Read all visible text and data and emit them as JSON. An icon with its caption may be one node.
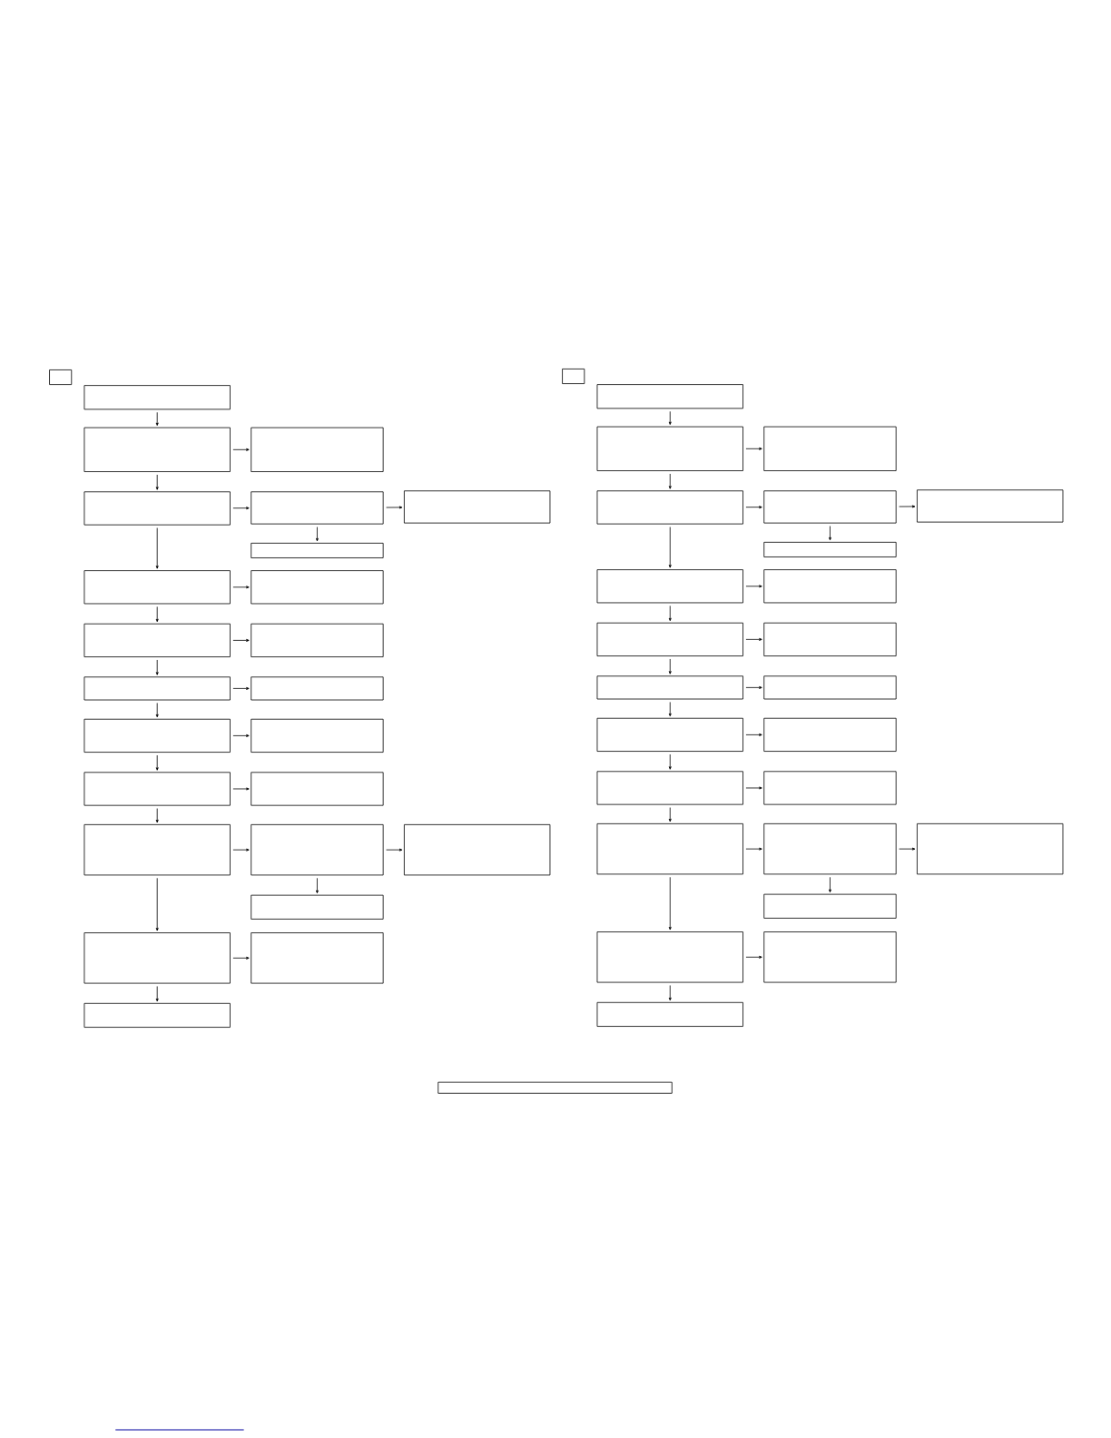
{
  "diagram": {
    "nodes": [
      {
        "text": [],
        "shape": "box"
      },
      {
        "text": [],
        "shape": "box"
      },
      {
        "text": [],
        "shape": "box"
      },
      {
        "text": [],
        "shape": "box"
      },
      {
        "text": [],
        "shape": "box"
      },
      {
        "text": [],
        "shape": "box"
      },
      {
        "text": [],
        "shape": "box"
      },
      {
        "text": [],
        "shape": "box"
      },
      {
        "text": [],
        "shape": "box"
      },
      {
        "text": [],
        "shape": "box"
      },
      {
        "text": [],
        "shape": "box"
      },
      {
        "text": [],
        "shape": "box"
      },
      {
        "text": [],
        "shape": "box"
      },
      {
        "text": [],
        "shape": "box"
      },
      {
        "text": [],
        "shape": "box"
      },
      {
        "text": [],
        "shape": "box"
      },
      {
        "text": [],
        "shape": "box"
      },
      {
        "text": [],
        "shape": "box"
      },
      {
        "text": [],
        "shape": "box"
      },
      {
        "text": [],
        "shape": "box"
      },
      {
        "text": [],
        "shape": "box"
      },
      {
        "text": [],
        "shape": "box"
      },
      {
        "text": [],
        "shape": "box"
      },
      {
        "text": [],
        "shape": "box"
      },
      {
        "text": [],
        "shape": "box"
      },
      {
        "text": [],
        "shape": "box"
      },
      {
        "text": [],
        "shape": "box"
      },
      {
        "text": [],
        "shape": "box"
      },
      {
        "text": [],
        "shape": "box"
      },
      {
        "text": [],
        "shape": "box"
      },
      {
        "text": [],
        "shape": "box"
      },
      {
        "text": [],
        "shape": "box"
      },
      {
        "text": [],
        "shape": "box"
      },
      {
        "text": [],
        "shape": "box"
      },
      {
        "text": [],
        "shape": "box"
      },
      {
        "text": [],
        "shape": "box"
      },
      {
        "text": [],
        "shape": "box"
      },
      {
        "text": [],
        "shape": "box"
      },
      {
        "text": [],
        "shape": "box"
      },
      {
        "text": [],
        "shape": "box"
      },
      {
        "text": [],
        "shape": "box"
      },
      {
        "text": [],
        "shape": "box"
      },
      {
        "text": [],
        "shape": "box"
      },
      {
        "text": [],
        "shape": "box"
      },
      {
        "text": [],
        "shape": "box"
      },
      {
        "text": [],
        "shape": "box"
      },
      {
        "text": [],
        "shape": "box"
      },
      {
        "text": [],
        "shape": "box"
      },
      {
        "text": [],
        "shape": "box"
      },
      {
        "text": [],
        "shape": "box"
      },
      {
        "text": [],
        "shape": "box"
      }
    ],
    "edges": [
      {
        "from": 1,
        "to": 2,
        "arrow": "to"
      },
      {
        "from": 2,
        "to": 3,
        "arrow": "to"
      },
      {
        "from": 2,
        "to": 4,
        "arrow": "to"
      },
      {
        "from": 4,
        "to": 5,
        "arrow": "to"
      },
      {
        "from": 5,
        "to": 6,
        "arrow": "to"
      },
      {
        "from": 5,
        "to": 7,
        "arrow": "to"
      },
      {
        "from": 4,
        "to": 8,
        "arrow": "to"
      },
      {
        "from": 8,
        "to": 9,
        "arrow": "to"
      },
      {
        "from": 8,
        "to": 10,
        "arrow": "to"
      },
      {
        "from": 10,
        "to": 11,
        "arrow": "to"
      },
      {
        "from": 10,
        "to": 12,
        "arrow": "to"
      },
      {
        "from": 12,
        "to": 13,
        "arrow": "to"
      },
      {
        "from": 12,
        "to": 14,
        "arrow": "to"
      },
      {
        "from": 14,
        "to": 15,
        "arrow": "to"
      },
      {
        "from": 14,
        "to": 16,
        "arrow": "to"
      },
      {
        "from": 16,
        "to": 17,
        "arrow": "to"
      },
      {
        "from": 16,
        "to": 18,
        "arrow": "to"
      },
      {
        "from": 18,
        "to": 19,
        "arrow": "to"
      },
      {
        "from": 19,
        "to": 20,
        "arrow": "to"
      },
      {
        "from": 19,
        "to": 21,
        "arrow": "to"
      },
      {
        "from": 18,
        "to": 22,
        "arrow": "to"
      },
      {
        "from": 22,
        "to": 23,
        "arrow": "to"
      },
      {
        "from": 22,
        "to": 24,
        "arrow": "to"
      },
      {
        "from": 26,
        "to": 27,
        "arrow": "to"
      },
      {
        "from": 27,
        "to": 28,
        "arrow": "to"
      },
      {
        "from": 27,
        "to": 29,
        "arrow": "to"
      },
      {
        "from": 29,
        "to": 30,
        "arrow": "to"
      },
      {
        "from": 30,
        "to": 31,
        "arrow": "to"
      },
      {
        "from": 30,
        "to": 32,
        "arrow": "to"
      },
      {
        "from": 29,
        "to": 33,
        "arrow": "to"
      },
      {
        "from": 33,
        "to": 34,
        "arrow": "to"
      },
      {
        "from": 33,
        "to": 35,
        "arrow": "to"
      },
      {
        "from": 35,
        "to": 36,
        "arrow": "to"
      },
      {
        "from": 35,
        "to": 37,
        "arrow": "to"
      },
      {
        "from": 37,
        "to": 38,
        "arrow": "to"
      },
      {
        "from": 37,
        "to": 39,
        "arrow": "to"
      },
      {
        "from": 39,
        "to": 40,
        "arrow": "to"
      },
      {
        "from": 39,
        "to": 41,
        "arrow": "to"
      },
      {
        "from": 41,
        "to": 42,
        "arrow": "to"
      },
      {
        "from": 41,
        "to": 43,
        "arrow": "to"
      },
      {
        "from": 43,
        "to": 44,
        "arrow": "to"
      },
      {
        "from": 44,
        "to": 45,
        "arrow": "to"
      },
      {
        "from": 44,
        "to": 46,
        "arrow": "to"
      },
      {
        "from": 43,
        "to": 47,
        "arrow": "to"
      },
      {
        "from": 47,
        "to": 48,
        "arrow": "to"
      },
      {
        "from": 47,
        "to": 49,
        "arrow": "to"
      }
    ]
  }
}
